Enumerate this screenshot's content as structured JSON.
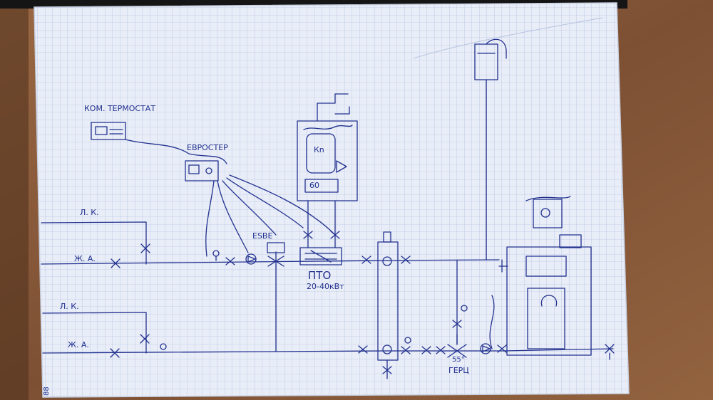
{
  "photo": {
    "subject": "hand-drawn heating system scheme on graph paper",
    "colors": {
      "desk": "#8a5a3a",
      "desk_dark": "#5e3a24",
      "paper": "#e9eef8",
      "grid": "#9fb0d8",
      "ink": "#22318f",
      "dark_edge": "#151515"
    }
  },
  "labels": {
    "thermostat": "КОМ. ТЕРМОСТАТ",
    "eurostar": "ЕВРОСТЕР",
    "lk_top": "Л. К.",
    "zha_top": "Ж. А.",
    "lk_bottom": "Л. К.",
    "zha_bottom": "Ж. А.",
    "esbe": "ESBE",
    "pto": "ПТО",
    "pto_power": "20-40кВт",
    "temp": "55°",
    "herts": "ГЕРЦ",
    "boiler_60": "60",
    "boiler_kn": "Кn",
    "page_num": "88"
  }
}
